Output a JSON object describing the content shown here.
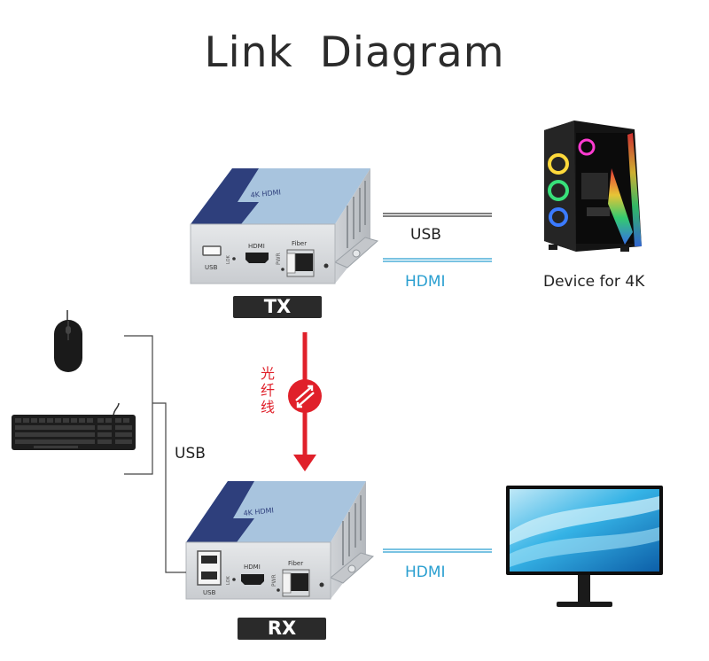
{
  "title": "Link Diagram",
  "tx": {
    "tag": "TX",
    "panel_text": "4K HDMI",
    "ports": {
      "usb": "USB",
      "hdmi": "HDMI",
      "pwr": "PWR",
      "fiber": "Fiber",
      "lok": "LOK"
    }
  },
  "rx": {
    "tag": "RX",
    "panel_text": "4K HDMI",
    "ports": {
      "usb": "USB",
      "hdmi": "HDMI",
      "pwr": "PWR",
      "fiber": "Fiber",
      "lok": "LOK"
    }
  },
  "links": {
    "tx_usb": "USB",
    "tx_hdmi": "HDMI",
    "rx_usb": "USB",
    "rx_hdmi": "HDMI",
    "fiber_chars": [
      "光",
      "纤",
      "线"
    ]
  },
  "devices": {
    "source_label": "Device for 4K"
  },
  "colors": {
    "title": "#2b2b2b",
    "hdmi_blue": "#2a9fd0",
    "fiber_red": "#e0202a",
    "tag_bg": "#2a2a2a",
    "panel_blue": "#a8c4de",
    "panel_navy": "#2e3f7c"
  }
}
